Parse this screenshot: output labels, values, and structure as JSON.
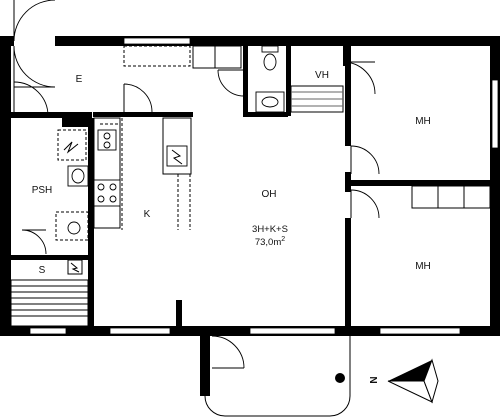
{
  "rooms": {
    "entrance": "E",
    "walk_in_closet": "VH",
    "bedroom_1": "MH",
    "bedroom_2": "MH",
    "washroom_sauna": "PSH",
    "kitchen": "K",
    "living_room": "OH",
    "sauna": "S"
  },
  "apartment": {
    "type": "3H+K+S",
    "area": "73,0m",
    "area_sup": "2"
  },
  "compass": {
    "label": "N",
    "icon": "north-arrow-icon"
  },
  "icons": {
    "electric_panel": "electric-panel-icon",
    "washing_machine": "washing-machine-icon",
    "stove": "stove-icon"
  }
}
